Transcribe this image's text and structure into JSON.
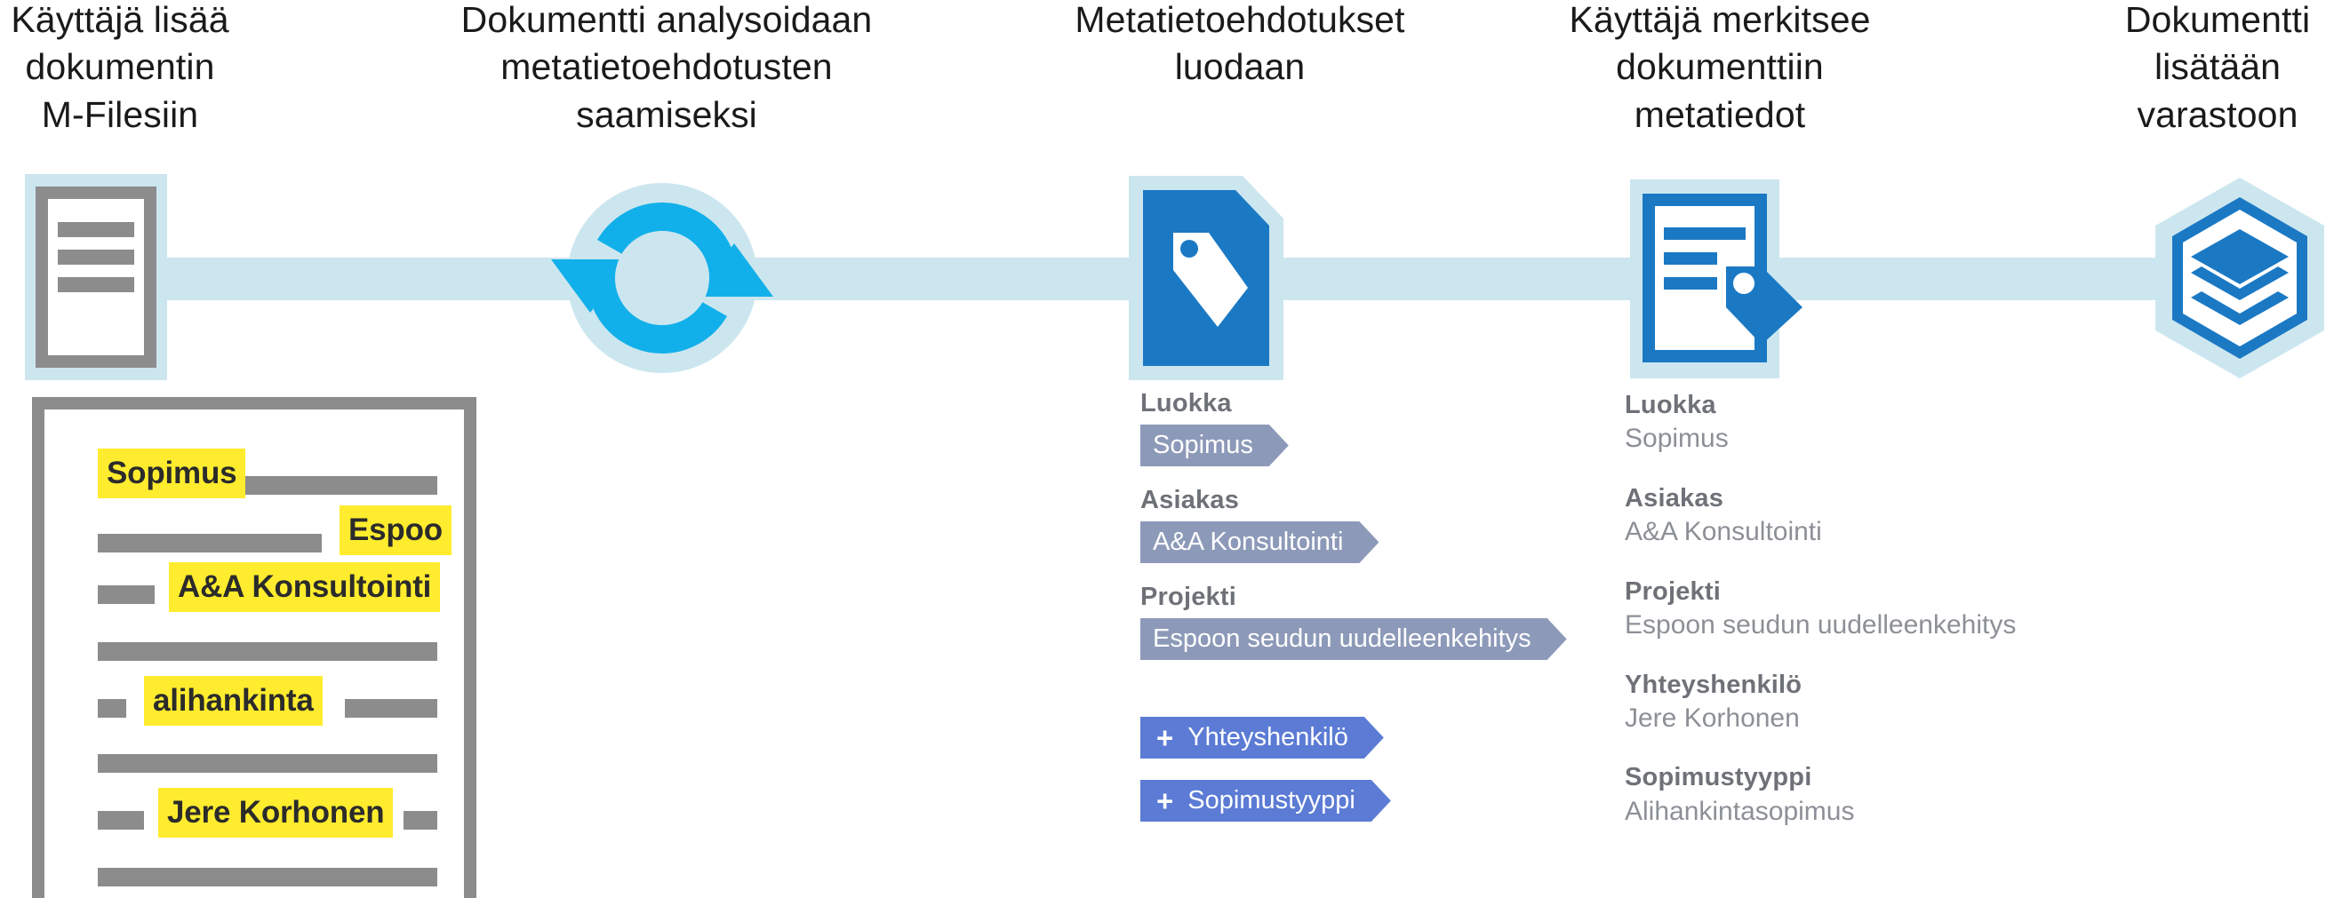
{
  "steps": [
    {
      "title": "Käyttäjä lisää\ndokumentin\nM-Filesiin",
      "icon": "document-icon"
    },
    {
      "title": "Dokumentti analysoidaan\nmetatietoehdotusten\nsaamiseksi",
      "icon": "sync-refresh-icon"
    },
    {
      "title": "Metatietoehdotukset\nluodaan",
      "icon": "document-tag-icon"
    },
    {
      "title": "Käyttäjä merkitsee\ndokumenttiin\nmetatiedot",
      "icon": "document-lines-tag-icon"
    },
    {
      "title": "Dokumentti\nlisätään\nvarastoon",
      "icon": "hexagon-layers-icon"
    }
  ],
  "document_preview": {
    "highlights": [
      {
        "text": "Sopimus"
      },
      {
        "text": "Espoo"
      },
      {
        "text": "A&A Konsultointi"
      },
      {
        "text": "alihankinta"
      },
      {
        "text": "Jere Korhonen"
      }
    ]
  },
  "suggestions": {
    "fields": [
      {
        "label": "Luokka",
        "value": "Sopimus"
      },
      {
        "label": "Asiakas",
        "value": "A&A Konsultointi"
      },
      {
        "label": "Projekti",
        "value": "Espoon seudun uudelleenkehitys"
      }
    ],
    "add_buttons": [
      {
        "plus": "+",
        "label": "Yhteyshenkilö"
      },
      {
        "plus": "+",
        "label": "Sopimustyyppi"
      }
    ]
  },
  "final_metadata": {
    "fields": [
      {
        "label": "Luokka",
        "value": "Sopimus"
      },
      {
        "label": "Asiakas",
        "value": "A&A Konsultointi"
      },
      {
        "label": "Projekti",
        "value": "Espoon seudun uudelleenkehitys"
      },
      {
        "label": "Yhteyshenkilö",
        "value": "Jere Korhonen"
      },
      {
        "label": "Sopimustyyppi",
        "value": "Alihankintasopimus"
      }
    ]
  },
  "colors": {
    "rail": "#cce6ef",
    "icon_backdrop": "#cce6ef",
    "brand_blue": "#1b79c4",
    "cyan": "#12b0ea",
    "gray_doc": "#8c8c8c",
    "highlight_yellow": "#ffec2e",
    "suggestion_tag": "#8d99b8",
    "add_tag": "#5b7bd4",
    "label_gray": "#6e7278",
    "value_gray": "#8c9096"
  }
}
